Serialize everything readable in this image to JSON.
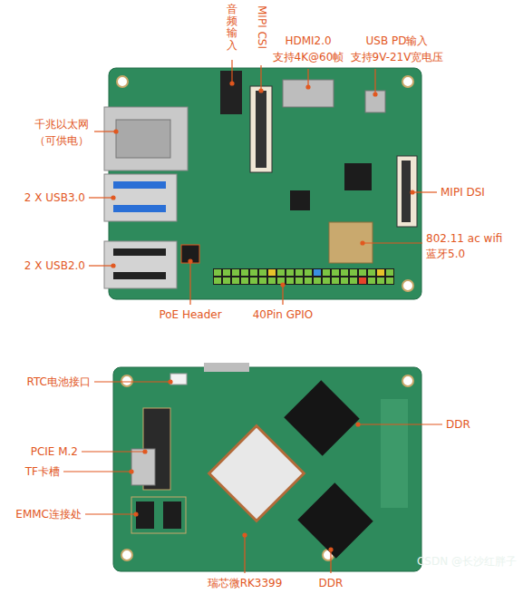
{
  "diagram": {
    "labels": [
      "音频输入",
      "MIPI CSI",
      "HDMI2.0",
      "支持4K@60帧",
      "USB PD输入",
      "支持9V-21V宽电压",
      "千兆以太网",
      "（可供电）",
      "2 X USB3.0",
      "MIPI DSI",
      "802.11 ac wifi",
      "蓝牙5.0",
      "2 X USB2.0",
      "PoE Header",
      "40Pin GPIO",
      "RTC电池接口",
      "DDR",
      "PCIE M.2",
      "TF卡槽",
      "EMMC连接处",
      "瑞芯微RK3399",
      "DDR",
      "CSDN @长沙红胖子"
    ]
  }
}
